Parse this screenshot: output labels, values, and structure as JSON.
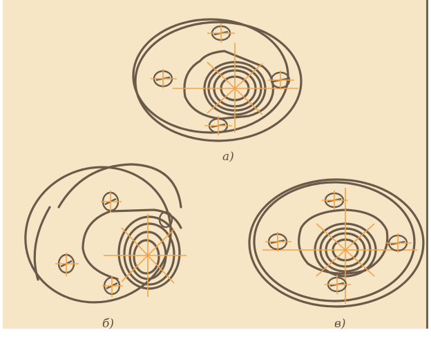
{
  "figure": {
    "colors": {
      "paper": "#f6e6c5",
      "line": "#6a5a4a",
      "axis": "#f2a24a"
    },
    "views": [
      {
        "id": "a",
        "caption": "а)"
      },
      {
        "id": "b",
        "caption": "б)"
      },
      {
        "id": "v",
        "caption": "в)"
      }
    ]
  }
}
